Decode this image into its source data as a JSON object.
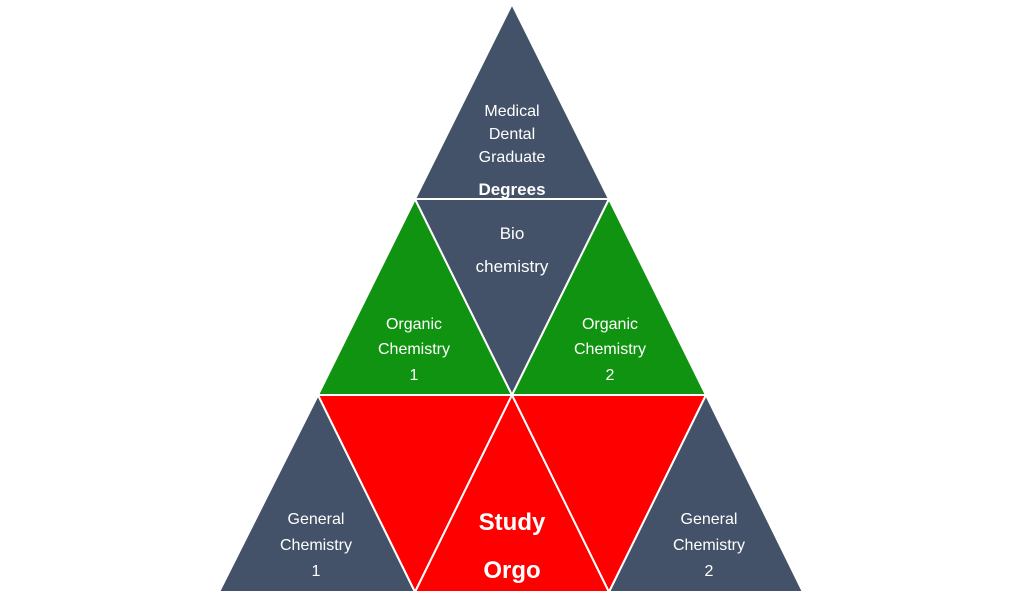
{
  "colors": {
    "slate": "#435268",
    "green": "#109310",
    "red": "#fe0000",
    "text": "#ffffff",
    "background": "#ffffff"
  },
  "pyramid": {
    "top": {
      "line1": "Medical",
      "line2": "Dental",
      "line3": "Graduate",
      "line4": "Degrees"
    },
    "center_top": {
      "line1": "Bio",
      "line2": "chemistry"
    },
    "left_middle": {
      "line1": "Organic",
      "line2": "Chemistry",
      "line3": "1"
    },
    "right_middle": {
      "line1": "Organic",
      "line2": "Chemistry",
      "line3": "2"
    },
    "left_bottom": {
      "line1": "General",
      "line2": "Chemistry",
      "line3": "1"
    },
    "center_bottom": {
      "line1": "Study",
      "line2": "Orgo"
    },
    "right_bottom": {
      "line1": "General",
      "line2": "Chemistry",
      "line3": "2"
    }
  }
}
